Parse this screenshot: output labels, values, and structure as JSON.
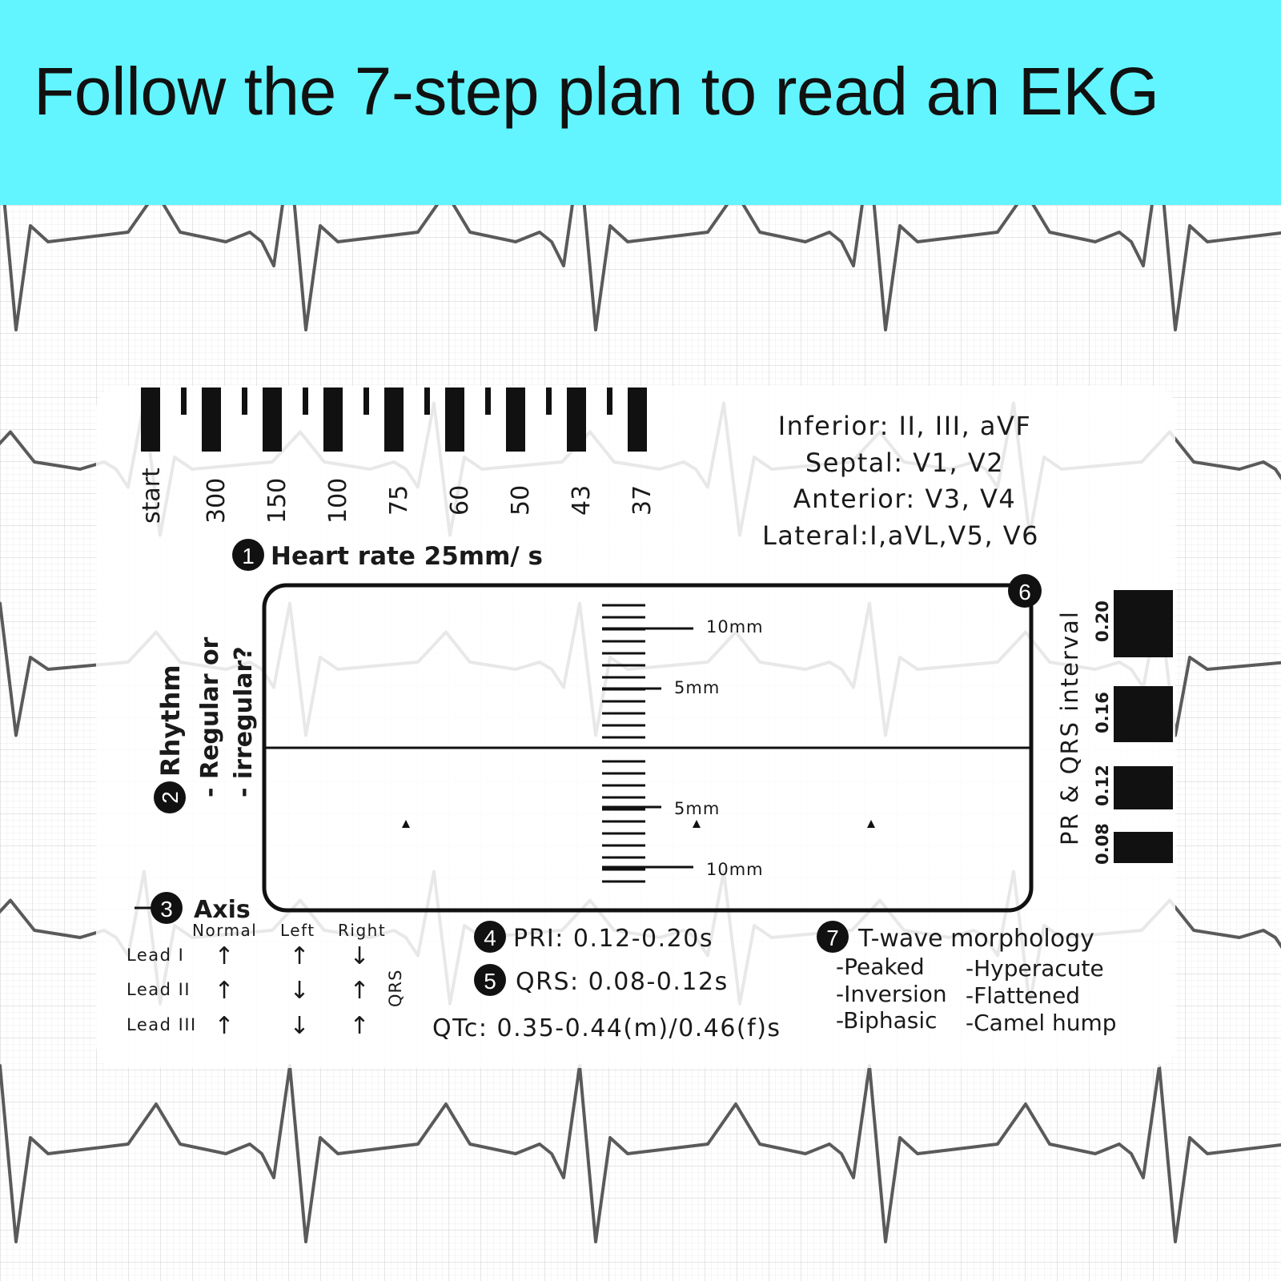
{
  "banner": {
    "title": "Follow the 7-step plan to read an EKG"
  },
  "heart_rate": {
    "marker_labels": [
      "start",
      "300",
      "150",
      "100",
      "75",
      "60",
      "50",
      "43",
      "37"
    ],
    "step_number": "1",
    "title": "Heart rate 25mm/ s"
  },
  "leads": {
    "inferior": "Inferior: II, III, aVF",
    "septal": "Septal: V1, V2",
    "anterior": "Anterior: V3, V4",
    "lateral": "Lateral:I,aVL,V5, V6"
  },
  "rhythm": {
    "step_number": "2",
    "title": "Rhythm",
    "line1": "- Regular or",
    "line2": "- irregular?"
  },
  "window": {
    "step_number": "6",
    "scale_top_10": "10mm",
    "scale_top_5": "5mm",
    "scale_bottom_5": "5mm",
    "scale_bottom_10": "10mm"
  },
  "intervals": {
    "title": "PR & QRS interval",
    "values": [
      "0.20",
      "0.16",
      "0.12",
      "0.08"
    ]
  },
  "axis": {
    "step_number": "3",
    "title": "Axis",
    "columns": [
      "Normal",
      "Left",
      "Right"
    ],
    "qrs_label": "QRS",
    "rows": [
      {
        "lead": "Lead I",
        "normal": "↑",
        "left": "↑",
        "right": "↓"
      },
      {
        "lead": "Lead II",
        "normal": "↑",
        "left": "↓",
        "right": "↑"
      },
      {
        "lead": "Lead III",
        "normal": "↑",
        "left": "↓",
        "right": "↑"
      }
    ]
  },
  "pri": {
    "step_number": "4",
    "text": "PRI: 0.12-0.20s"
  },
  "qrs": {
    "step_number": "5",
    "text": "QRS: 0.08-0.12s"
  },
  "qtc": {
    "text": "QTc: 0.35-0.44(m)/0.46(f)s"
  },
  "t_wave": {
    "step_number": "7",
    "title": "T-wave morphology",
    "items": [
      "-Peaked",
      "-Hyperacute",
      "-Inversion",
      "-Flattened",
      "-Biphasic",
      "-Camel hump"
    ]
  },
  "colors": {
    "banner": "#62f5ff",
    "grid": "#dcdcdc",
    "trace": "#5a5a5a",
    "ink": "#1a1a1a"
  }
}
